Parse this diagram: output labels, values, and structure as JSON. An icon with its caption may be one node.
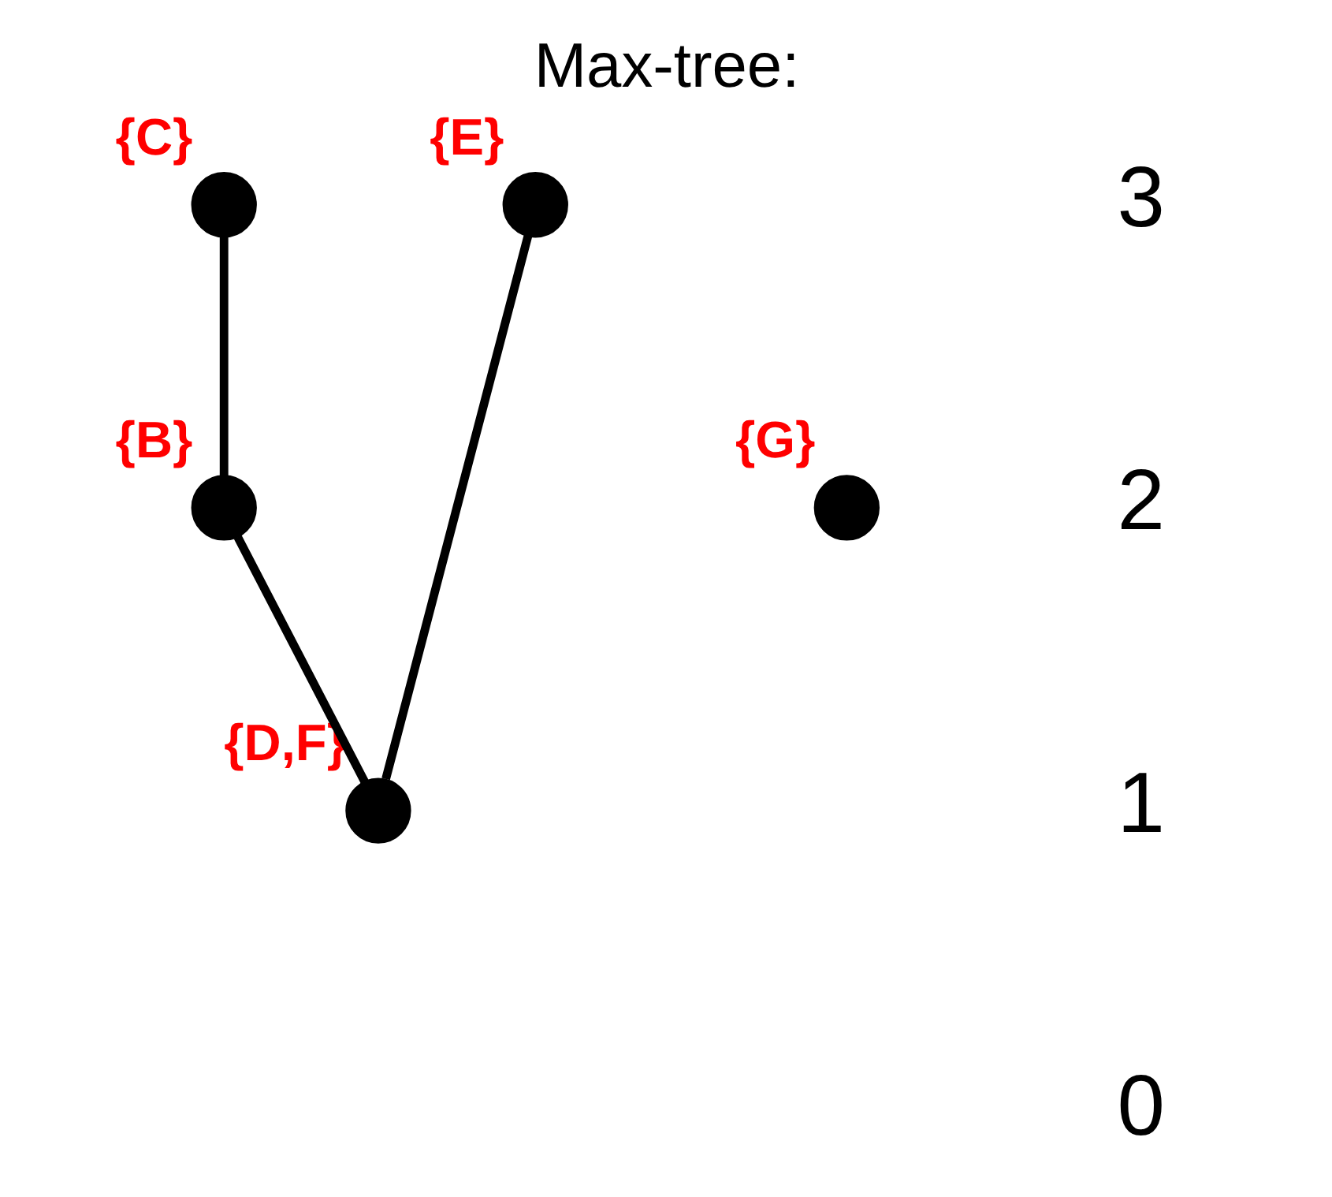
{
  "diagram": {
    "title": "Max-tree:",
    "nodes": [
      {
        "text": [],
        "shape": "circle",
        "beside": [
          "{C}"
        ]
      },
      {
        "text": [],
        "shape": "circle",
        "beside": [
          "{E}"
        ]
      },
      {
        "text": [],
        "shape": "circle",
        "beside": [
          "{B}"
        ]
      },
      {
        "text": [],
        "shape": "circle",
        "beside": [
          "{G}"
        ]
      },
      {
        "text": [],
        "shape": "circle",
        "beside": [
          "{D,F}"
        ]
      }
    ],
    "edges": [
      {
        "from": 0,
        "to": 2,
        "arrow": "none"
      },
      {
        "from": 2,
        "to": 4,
        "arrow": "none"
      },
      {
        "from": 1,
        "to": 4,
        "arrow": "none"
      }
    ],
    "labels": [
      "3",
      "2",
      "1",
      "0"
    ]
  }
}
